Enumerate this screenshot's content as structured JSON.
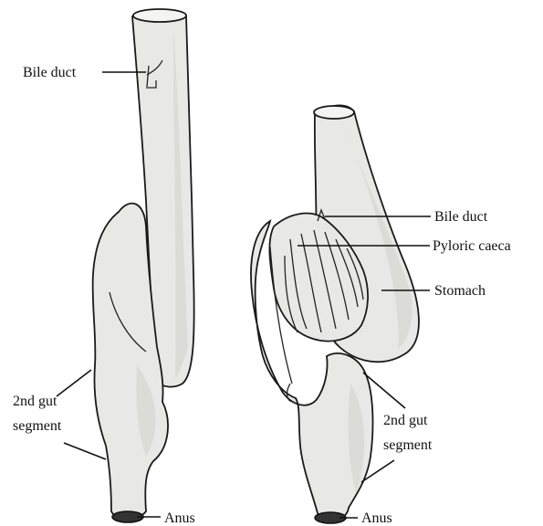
{
  "labels": {
    "left_bile_duct": "Bile duct",
    "left_2nd_gut_line1": "2nd gut",
    "left_2nd_gut_line2": "segment",
    "left_anus": "Anus",
    "right_bile_duct": "Bile duct",
    "right_pyloric_caeca": "Pyloric caeca",
    "right_stomach": "Stomach",
    "right_2nd_gut_line1": "2nd gut",
    "right_2nd_gut_line2": "segment",
    "right_anus": "Anus"
  }
}
